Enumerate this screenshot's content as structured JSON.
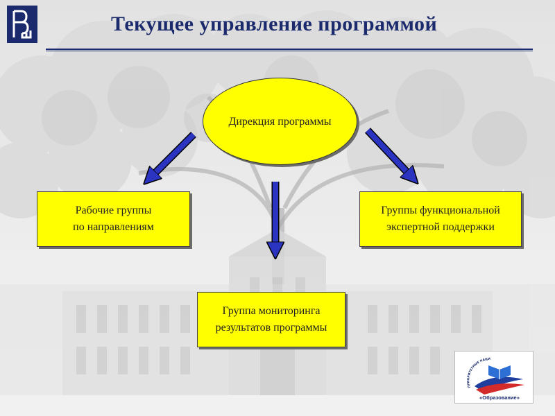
{
  "header": {
    "title": "Текущее управление программой"
  },
  "diagram": {
    "center": {
      "line1": "Дирекция",
      "line2": "программы"
    },
    "left_box": {
      "line1": "Рабочие группы",
      "line2": "по направлениям"
    },
    "right_box": {
      "line1": "Группы функциональной",
      "line2": "экспертной поддержки"
    },
    "bottom_box": {
      "line1": "Группа мониторинга",
      "line2": "результатов программы"
    }
  },
  "logos": {
    "left_logo": "hse-logo",
    "right_logo": "obrazovanie-logo",
    "right_logo_text": "«Образование»",
    "right_logo_ring_text": "ПРИОРИТЕТНЫЕ НАЦИОНАЛЬНЫЕ ПРОЕКТЫ"
  },
  "colors": {
    "title": "#1a2a6c",
    "box_fill": "#ffff00",
    "arrow": "#2a34c0"
  }
}
